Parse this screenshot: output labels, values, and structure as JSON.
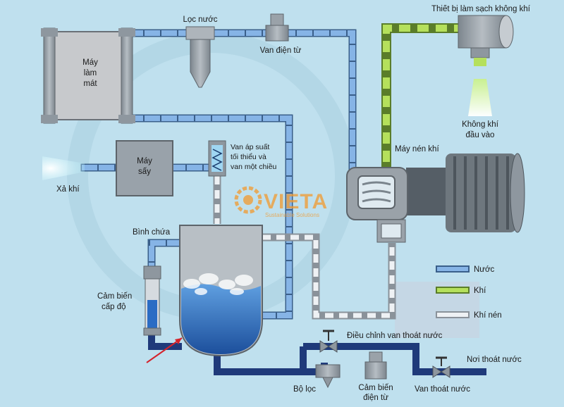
{
  "labels": {
    "cooler": [
      "Máy",
      "làm",
      "mát"
    ],
    "water_filter": "Lọc nước",
    "solenoid_top": "Van điện từ",
    "air_cleaner": "Thiết bị làm sạch không khí",
    "air_inlet": [
      "Không khí",
      "đầu vào"
    ],
    "dryer": [
      "Máy",
      "sấy"
    ],
    "exhaust": "Xả khí",
    "pressure_valve": [
      "Van áp suất",
      "tối thiểu và",
      "van một chiều"
    ],
    "compressor": "Máy nén khí",
    "tank": "Bình chứa",
    "level_sensor": [
      "Cảm biến",
      "cấp độ"
    ],
    "drain_adjust": "Điều chỉnh van thoát nước",
    "drain_point": "Nơi thoát nước",
    "filter_bottom": "Bộ lọc",
    "solenoid_sensor": [
      "Cảm biến",
      "điện từ"
    ],
    "drain_valve": "Van thoát nước"
  },
  "legend": [
    {
      "label": "Nước",
      "type": "water"
    },
    {
      "label": "Khí",
      "type": "air"
    },
    {
      "label": "Khí nén",
      "type": "compressed"
    }
  ],
  "watermark": {
    "brand": "VIETA",
    "tagline": "Sustainable Solutions"
  },
  "colors": {
    "background": "#bfe0ee",
    "water_pipe": "#6a9cd6",
    "air_pipe": "#a8d84a",
    "compressed_pipe": "#d8dde3",
    "drain_pipe": "#1f3a7a",
    "machine_gray": "#8e979f",
    "watermark": "#f29a2e"
  }
}
